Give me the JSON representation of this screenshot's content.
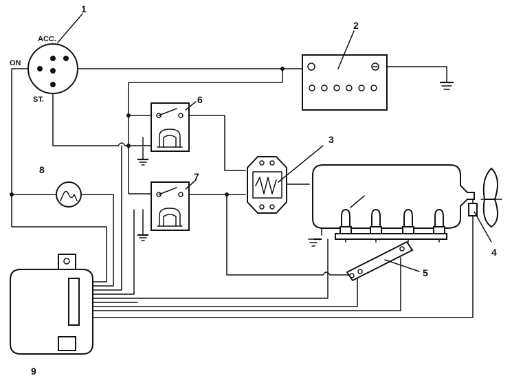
{
  "labels": {
    "switch_num": "1",
    "acc": "ACC.",
    "on": "ON",
    "st": "ST.",
    "battery_num": "2",
    "resistor_num": "3",
    "plug_num": "4",
    "relay_bar_num": "5",
    "relay1_num": "6",
    "relay2_num": "7",
    "lamp_num": "8",
    "control_num": "9"
  }
}
